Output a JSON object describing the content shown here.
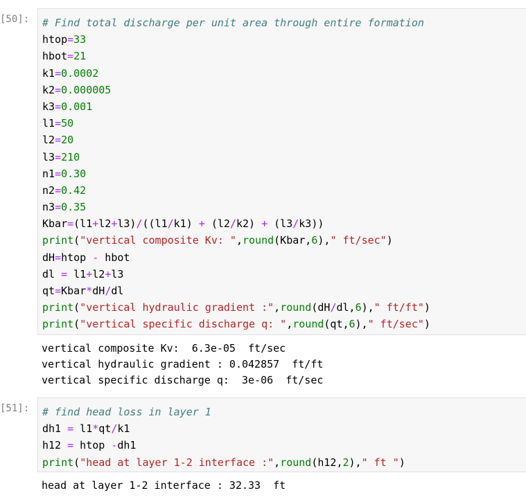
{
  "cells": [
    {
      "prompt": "[50]:",
      "lines": [
        [
          {
            "t": "c",
            "x": "# Find total discharge per unit area through entire formation"
          }
        ],
        [
          {
            "t": "v",
            "x": "htop"
          },
          {
            "t": "o",
            "x": "="
          },
          {
            "t": "n",
            "x": "33"
          }
        ],
        [
          {
            "t": "v",
            "x": "hbot"
          },
          {
            "t": "o",
            "x": "="
          },
          {
            "t": "n",
            "x": "21"
          }
        ],
        [
          {
            "t": "v",
            "x": "k1"
          },
          {
            "t": "o",
            "x": "="
          },
          {
            "t": "n",
            "x": "0.0002"
          }
        ],
        [
          {
            "t": "v",
            "x": "k2"
          },
          {
            "t": "o",
            "x": "="
          },
          {
            "t": "n",
            "x": "0.000005"
          }
        ],
        [
          {
            "t": "v",
            "x": "k3"
          },
          {
            "t": "o",
            "x": "="
          },
          {
            "t": "n",
            "x": "0.001"
          }
        ],
        [
          {
            "t": "v",
            "x": "l1"
          },
          {
            "t": "o",
            "x": "="
          },
          {
            "t": "n",
            "x": "50"
          }
        ],
        [
          {
            "t": "v",
            "x": "l2"
          },
          {
            "t": "o",
            "x": "="
          },
          {
            "t": "n",
            "x": "20"
          }
        ],
        [
          {
            "t": "v",
            "x": "l3"
          },
          {
            "t": "o",
            "x": "="
          },
          {
            "t": "n",
            "x": "210"
          }
        ],
        [
          {
            "t": "v",
            "x": "n1"
          },
          {
            "t": "o",
            "x": "="
          },
          {
            "t": "n",
            "x": "0.30"
          }
        ],
        [
          {
            "t": "v",
            "x": "n2"
          },
          {
            "t": "o",
            "x": "="
          },
          {
            "t": "n",
            "x": "0.42"
          }
        ],
        [
          {
            "t": "v",
            "x": "n3"
          },
          {
            "t": "o",
            "x": "="
          },
          {
            "t": "n",
            "x": "0.35"
          }
        ],
        [
          {
            "t": "v",
            "x": "Kbar"
          },
          {
            "t": "o",
            "x": "="
          },
          {
            "t": "v",
            "x": "(l1"
          },
          {
            "t": "o",
            "x": "+"
          },
          {
            "t": "v",
            "x": "l2"
          },
          {
            "t": "o",
            "x": "+"
          },
          {
            "t": "v",
            "x": "l3)"
          },
          {
            "t": "o",
            "x": "/"
          },
          {
            "t": "v",
            "x": "((l1"
          },
          {
            "t": "o",
            "x": "/"
          },
          {
            "t": "v",
            "x": "k1) "
          },
          {
            "t": "o",
            "x": "+"
          },
          {
            "t": "v",
            "x": " (l2"
          },
          {
            "t": "o",
            "x": "/"
          },
          {
            "t": "v",
            "x": "k2) "
          },
          {
            "t": "o",
            "x": "+"
          },
          {
            "t": "v",
            "x": " (l3"
          },
          {
            "t": "o",
            "x": "/"
          },
          {
            "t": "v",
            "x": "k3))"
          }
        ],
        [
          {
            "t": "b",
            "x": "print"
          },
          {
            "t": "v",
            "x": "("
          },
          {
            "t": "s",
            "x": "\"vertical composite Kv: \""
          },
          {
            "t": "v",
            "x": ","
          },
          {
            "t": "b",
            "x": "round"
          },
          {
            "t": "v",
            "x": "(Kbar,"
          },
          {
            "t": "n",
            "x": "6"
          },
          {
            "t": "v",
            "x": "),"
          },
          {
            "t": "s",
            "x": "\" ft/sec\""
          },
          {
            "t": "v",
            "x": ")"
          }
        ],
        [
          {
            "t": "v",
            "x": "dH"
          },
          {
            "t": "o",
            "x": "="
          },
          {
            "t": "v",
            "x": "htop "
          },
          {
            "t": "o",
            "x": "-"
          },
          {
            "t": "v",
            "x": " hbot"
          }
        ],
        [
          {
            "t": "v",
            "x": "dl "
          },
          {
            "t": "o",
            "x": "="
          },
          {
            "t": "v",
            "x": " l1"
          },
          {
            "t": "o",
            "x": "+"
          },
          {
            "t": "v",
            "x": "l2"
          },
          {
            "t": "o",
            "x": "+"
          },
          {
            "t": "v",
            "x": "l3"
          }
        ],
        [
          {
            "t": "v",
            "x": "qt"
          },
          {
            "t": "o",
            "x": "="
          },
          {
            "t": "v",
            "x": "Kbar"
          },
          {
            "t": "o",
            "x": "*"
          },
          {
            "t": "v",
            "x": "dH"
          },
          {
            "t": "o",
            "x": "/"
          },
          {
            "t": "v",
            "x": "dl"
          }
        ],
        [
          {
            "t": "b",
            "x": "print"
          },
          {
            "t": "v",
            "x": "("
          },
          {
            "t": "s",
            "x": "\"vertical hydraulic gradient :\""
          },
          {
            "t": "v",
            "x": ","
          },
          {
            "t": "b",
            "x": "round"
          },
          {
            "t": "v",
            "x": "(dH"
          },
          {
            "t": "o",
            "x": "/"
          },
          {
            "t": "v",
            "x": "dl,"
          },
          {
            "t": "n",
            "x": "6"
          },
          {
            "t": "v",
            "x": "),"
          },
          {
            "t": "s",
            "x": "\" ft/ft\""
          },
          {
            "t": "v",
            "x": ")"
          }
        ],
        [
          {
            "t": "b",
            "x": "print"
          },
          {
            "t": "v",
            "x": "("
          },
          {
            "t": "s",
            "x": "\"vertical specific discharge q: \""
          },
          {
            "t": "v",
            "x": ","
          },
          {
            "t": "b",
            "x": "round"
          },
          {
            "t": "v",
            "x": "(qt,"
          },
          {
            "t": "n",
            "x": "6"
          },
          {
            "t": "v",
            "x": "),"
          },
          {
            "t": "s",
            "x": "\" ft/sec\""
          },
          {
            "t": "v",
            "x": ")"
          }
        ]
      ],
      "output": [
        "vertical composite Kv:  6.3e-05  ft/sec",
        "vertical hydraulic gradient : 0.042857  ft/ft",
        "vertical specific discharge q:  3e-06  ft/sec"
      ]
    },
    {
      "prompt": "[51]:",
      "lines": [
        [
          {
            "t": "c",
            "x": "# find head loss in layer 1"
          }
        ],
        [
          {
            "t": "v",
            "x": "dh1 "
          },
          {
            "t": "o",
            "x": "="
          },
          {
            "t": "v",
            "x": " l1"
          },
          {
            "t": "o",
            "x": "*"
          },
          {
            "t": "v",
            "x": "qt"
          },
          {
            "t": "o",
            "x": "/"
          },
          {
            "t": "v",
            "x": "k1"
          }
        ],
        [
          {
            "t": "v",
            "x": "h12 "
          },
          {
            "t": "o",
            "x": "="
          },
          {
            "t": "v",
            "x": " htop "
          },
          {
            "t": "o",
            "x": "-"
          },
          {
            "t": "v",
            "x": "dh1"
          }
        ],
        [
          {
            "t": "b",
            "x": "print"
          },
          {
            "t": "v",
            "x": "("
          },
          {
            "t": "s",
            "x": "\"head at layer 1-2 interface :\""
          },
          {
            "t": "v",
            "x": ","
          },
          {
            "t": "b",
            "x": "round"
          },
          {
            "t": "v",
            "x": "(h12,"
          },
          {
            "t": "n",
            "x": "2"
          },
          {
            "t": "v",
            "x": "),"
          },
          {
            "t": "s",
            "x": "\" ft \""
          },
          {
            "t": "v",
            "x": ")"
          }
        ]
      ],
      "output": [
        "head at layer 1-2 interface : 32.33  ft"
      ]
    }
  ]
}
